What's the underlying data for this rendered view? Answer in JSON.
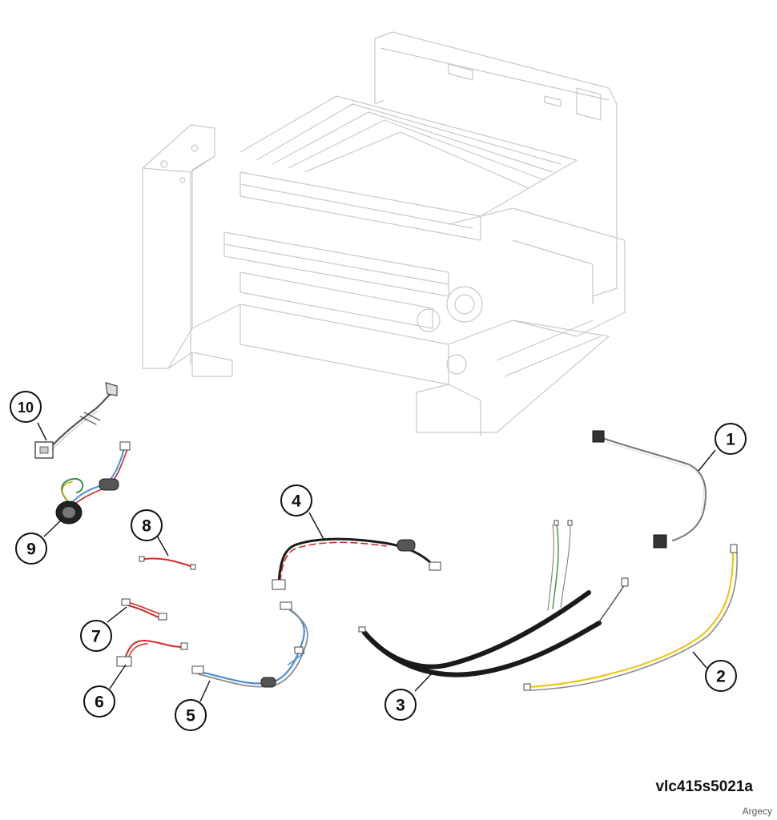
{
  "figure": {
    "code": "vlc415s5021a",
    "watermark": "Argecy"
  },
  "callouts": [
    {
      "id": "1",
      "label": "1"
    },
    {
      "id": "2",
      "label": "2"
    },
    {
      "id": "3",
      "label": "3"
    },
    {
      "id": "4",
      "label": "4"
    },
    {
      "id": "5",
      "label": "5"
    },
    {
      "id": "6",
      "label": "6"
    },
    {
      "id": "7",
      "label": "7"
    },
    {
      "id": "8",
      "label": "8"
    },
    {
      "id": "9",
      "label": "9"
    },
    {
      "id": "10",
      "label": "10"
    }
  ],
  "colors": {
    "frame_line": "#c9c9c9",
    "cable_black": "#1a1a1a",
    "cable_red": "#d42a2a",
    "cable_yellow": "#f2c200",
    "cable_blue": "#4a8fd4",
    "cable_green": "#3a8f4a",
    "cable_gray": "#8a8a8a"
  }
}
